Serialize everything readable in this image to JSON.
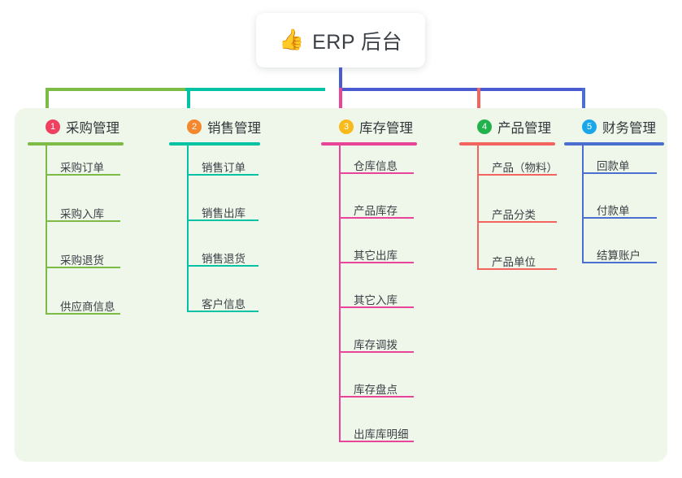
{
  "title": {
    "emoji": "👍",
    "emoji_name": "thumbs-up-icon",
    "text": "ERP 后台"
  },
  "palette": {
    "page_bg": "#ffffff",
    "panel_bg": "#eef7e9",
    "card_bg": "#ffffff",
    "text": "#3c4148",
    "trunk": "#4a5bd0"
  },
  "columns": [
    {
      "index": "1",
      "title": "采购管理",
      "badge_color": "#ef4060",
      "line_color": "#7cbb45",
      "items": [
        "采购订单",
        "采购入库",
        "采购退货",
        "供应商信息"
      ]
    },
    {
      "index": "2",
      "title": "销售管理",
      "badge_color": "#f5872d",
      "line_color": "#04c3a4",
      "items": [
        "销售订单",
        "销售出库",
        "销售退货",
        "客户信息"
      ]
    },
    {
      "index": "3",
      "title": "库存管理",
      "badge_color": "#f9bb1c",
      "line_color": "#e8459a",
      "items": [
        "仓库信息",
        "产品库存",
        "其它出库",
        "其它入库",
        "库存调拨",
        "库存盘点",
        "出库库明细"
      ]
    },
    {
      "index": "4",
      "title": "产品管理",
      "badge_color": "#22b24c",
      "line_color": "#f4645f",
      "items": [
        "产品（物料）",
        "产品分类",
        "产品单位"
      ]
    },
    {
      "index": "5",
      "title": "财务管理",
      "badge_color": "#1aa7ea",
      "line_color": "#4a6fd0",
      "items": [
        "回款单",
        "付款单",
        "结算账户"
      ]
    }
  ]
}
